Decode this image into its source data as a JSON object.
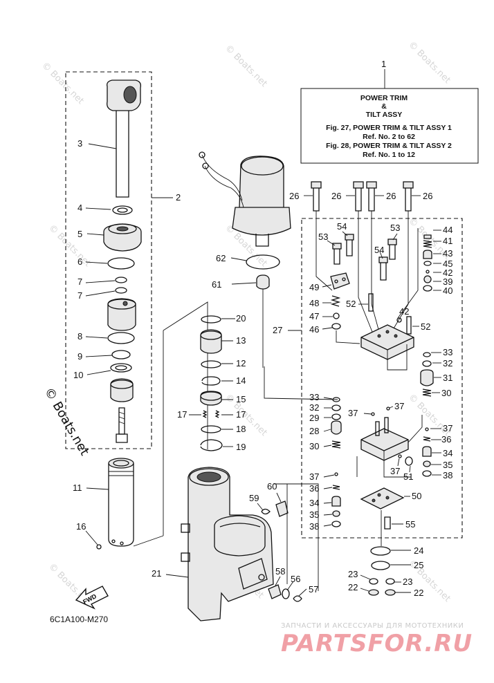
{
  "title_box": {
    "ref_number": "1",
    "line1": "POWER TRIM",
    "line2": "&",
    "line3": "TILT ASSY",
    "line4": "Fig. 27, POWER TRIM & TILT ASSY 1",
    "line5": "Ref. No. 2 to 62",
    "line6": "Fig. 28, POWER TRIM & TILT ASSY 2",
    "line7": "Ref. No. 1 to 12"
  },
  "diagram_code": "6C1A100-M270",
  "fwd_label": "FWD",
  "watermarks": {
    "small": "© Boats.net",
    "large": "© Boats.net"
  },
  "banner": {
    "tagline": "ЗАПЧАСТИ И АКСЕССУАРЫ ДЛЯ МОТОТЕХНИКИ",
    "brand": "PARTSFOR.RU"
  },
  "callouts": {
    "n2": "2",
    "n3": "3",
    "n4": "4",
    "n5": "5",
    "n6": "6",
    "n7a": "7",
    "n7b": "7",
    "n8": "8",
    "n9": "9",
    "n10": "10",
    "n11": "11",
    "n16": "16",
    "n12": "12",
    "n13": "13",
    "n14": "14",
    "n15": "15",
    "n17a": "17",
    "n17b": "17",
    "n18": "18",
    "n19": "19",
    "n20": "20",
    "n21": "21",
    "n26a": "26",
    "n26b": "26",
    "n26c": "26",
    "n26d": "26",
    "n27": "27",
    "n28": "28",
    "n29": "29",
    "n30a": "30",
    "n30b": "30",
    "n31": "31",
    "n32a": "32",
    "n32b": "32",
    "n33a": "33",
    "n33b": "33",
    "n34a": "34",
    "n34b": "34",
    "n35a": "35",
    "n35b": "35",
    "n36a": "36",
    "n36b": "36",
    "n37a": "37",
    "n37b": "37",
    "n37c": "37",
    "n37d": "37",
    "n37e": "37",
    "n38a": "38",
    "n38b": "38",
    "n39": "39",
    "n40": "40",
    "n41": "41",
    "n42a": "42",
    "n42b": "42",
    "n43": "43",
    "n44": "44",
    "n45": "45",
    "n46": "46",
    "n47": "47",
    "n48": "48",
    "n49": "49",
    "n50": "50",
    "n51": "51",
    "n52a": "52",
    "n52b": "52",
    "n53a": "53",
    "n53b": "53",
    "n54a": "54",
    "n54b": "54",
    "n55": "55",
    "n56": "56",
    "n57": "57",
    "n58": "58",
    "n59": "59",
    "n60": "60",
    "n61": "61",
    "n62": "62",
    "n22a": "22",
    "n22b": "22",
    "n23a": "23",
    "n23b": "23",
    "n24": "24",
    "n25": "25"
  }
}
